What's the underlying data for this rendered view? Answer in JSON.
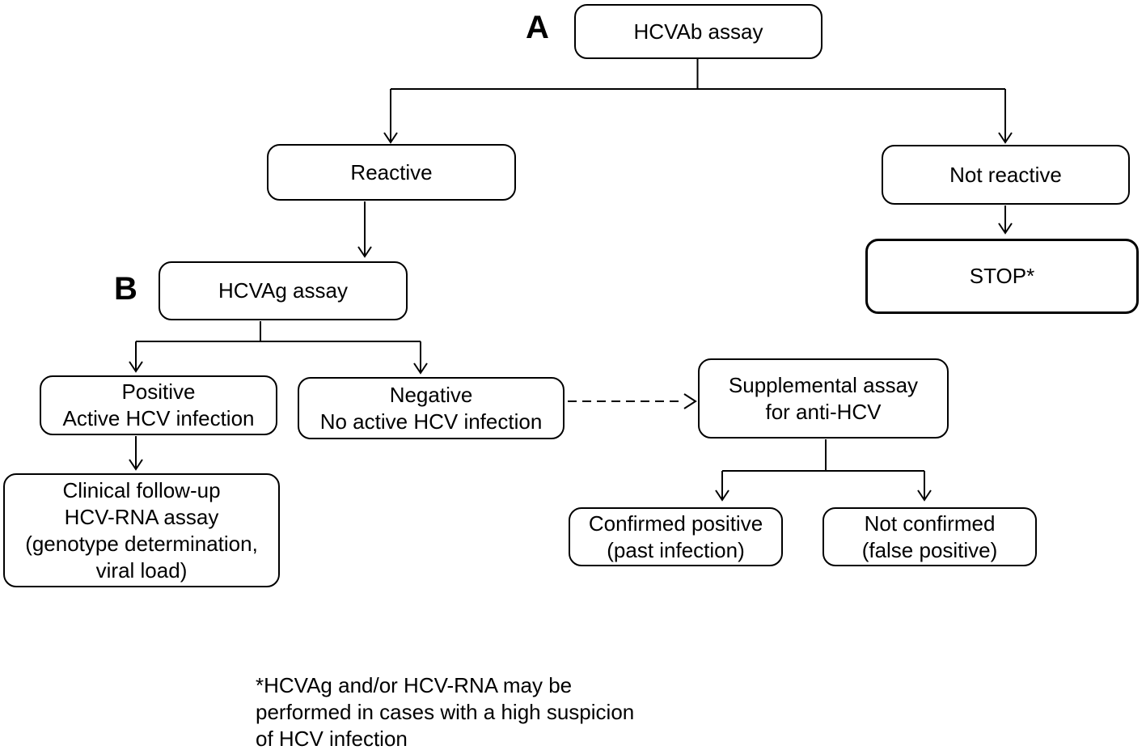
{
  "diagram": {
    "title_semantic": "HCV testing algorithm flowchart",
    "panel_labels": {
      "a": "A",
      "b": "B"
    },
    "boxes": {
      "hcvab": {
        "lines": [
          "HCVAb assay"
        ]
      },
      "reactive": {
        "lines": [
          "Reactive"
        ]
      },
      "not_reactive": {
        "lines": [
          "Not reactive"
        ]
      },
      "stop": {
        "lines": [
          "STOP*"
        ]
      },
      "hcvag": {
        "lines": [
          "HCVAg assay"
        ]
      },
      "positive": {
        "lines": [
          "Positive",
          "Active HCV infection"
        ]
      },
      "negative": {
        "lines": [
          "Negative",
          "No active HCV infection"
        ]
      },
      "clinical": {
        "lines": [
          "Clinical follow-up",
          "HCV-RNA assay",
          "(genotype determination,",
          "viral load)"
        ]
      },
      "supplemental": {
        "lines": [
          "Supplemental assay",
          "for anti-HCV"
        ]
      },
      "confirmed_positive": {
        "lines": [
          "Confirmed positive",
          "(past infection)"
        ]
      },
      "not_confirmed": {
        "lines": [
          "Not confirmed",
          "(false positive)"
        ]
      }
    },
    "footnote": {
      "lines": [
        "*HCVAg and/or HCV-RNA may be",
        "performed in cases with a high suspicion",
        "of HCV infection"
      ]
    },
    "colors": {
      "ink": "#000000",
      "background": "#ffffff"
    }
  }
}
